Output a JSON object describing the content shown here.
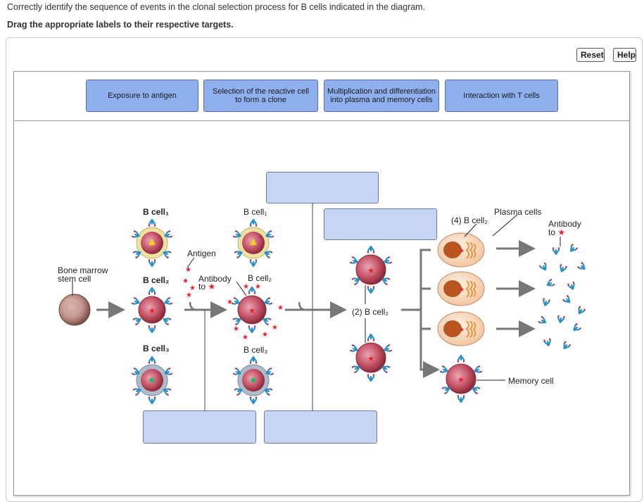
{
  "instructions": {
    "question": "Correctly identify the sequence of events in the clonal selection process for B cells indicated in the diagram.",
    "task": "Drag the appropriate labels to their respective targets."
  },
  "toolbar": {
    "reset_label": "Reset",
    "help_label": "Help"
  },
  "labels": [
    "Exposure to antigen",
    "Selection of the reactive cell to form a clone",
    "Multiplication and differentiation into plasma and memory cells",
    "Interaction with T cells"
  ],
  "diagram": {
    "bone_marrow_line1": "Bone marrow",
    "bone_marrow_line2": "stem cell",
    "b_cell1_bold": "B cell₁",
    "b_cell2_bold": "B cell₂",
    "b_cell3_bold": "B cell₃",
    "b_cell1": "B cell₁",
    "b_cell2": "B cell₂",
    "b_cell3": "B cell₃",
    "antigen": "Antigen",
    "antibody_to_left": "Antibody",
    "to_left": "to",
    "b_cell2_clone": "(2) B cell₂",
    "b_cell2_top": "(4) B cell₂",
    "plasma_cells": "Plasma cells",
    "antibody_right": "Antibody",
    "to_right": "to",
    "memory_cell": "Memory cell",
    "star": "★"
  },
  "colors": {
    "label_fill": "#8fb0ef",
    "target_fill": "#c7d5f5",
    "cell_red": "#b8485a",
    "star_red": "#e8202a",
    "antibody_blue": "#2c8fc4"
  }
}
